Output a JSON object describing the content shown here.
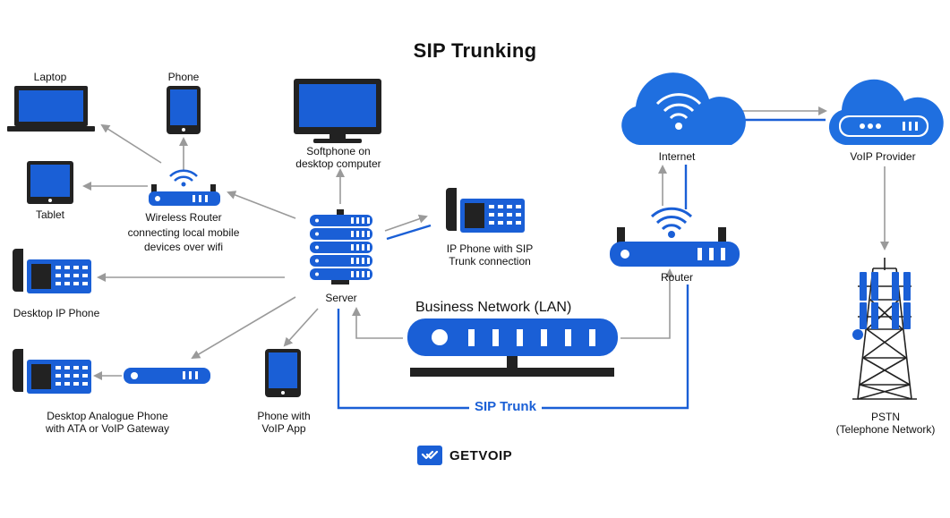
{
  "title": "SIP Trunking",
  "labels": {
    "laptop": "Laptop",
    "phone": "Phone",
    "softphone": [
      "Softphone on",
      "desktop computer"
    ],
    "tablet": "Tablet",
    "wireless_router": [
      "Wireless Router",
      "connecting local mobile",
      "devices over wifi"
    ],
    "server": "Server",
    "ip_phone_sip": [
      "IP Phone with SIP",
      "Trunk connection"
    ],
    "desktop_ip_phone": "Desktop IP Phone",
    "desktop_analogue": [
      "Desktop Analogue Phone",
      "with ATA or VoIP Gateway"
    ],
    "phone_voip_app": [
      "Phone with",
      "VoIP App"
    ],
    "business_network": "Business Network (LAN)",
    "sip_trunk": "SIP Trunk",
    "internet": "Internet",
    "router": "Router",
    "voip_provider": "VoIP Provider",
    "pstn": [
      "PSTN",
      "(Telephone Network)"
    ]
  },
  "brand": {
    "name": "GETVOIP",
    "icon": "check-double-icon"
  },
  "colors": {
    "accent": "#1a5fd6",
    "cloud": "#1f6fe0",
    "dark": "#222222",
    "arrow": "#9a9a9a"
  }
}
